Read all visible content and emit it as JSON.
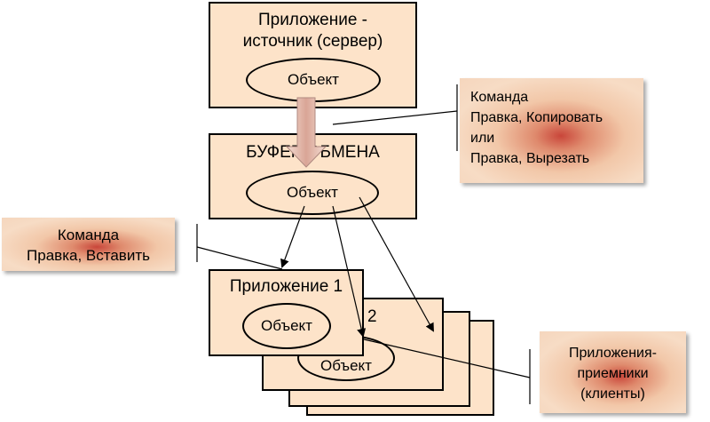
{
  "source_app": {
    "title_line1": "Приложение -",
    "title_line2": "источник (сервер)",
    "object_label": "Объект"
  },
  "clipboard": {
    "title": "БУФЕР ОБМЕНА",
    "object_label": "Объект"
  },
  "app1": {
    "title": "Приложение 1",
    "object_label": "Объект"
  },
  "app2": {
    "title_fragment": "ние 2",
    "object_label": "Объект"
  },
  "note_copy_cut": {
    "line1": "Команда",
    "line2": "Правка, Копировать",
    "line3": "или",
    "line4": "Правка, Вырезать"
  },
  "note_paste": {
    "line1": "Команда",
    "line2": "Правка, Вставить"
  },
  "note_receivers": {
    "line1": "Приложения-",
    "line2": "приемники",
    "line3": "(клиенты)"
  },
  "colors": {
    "box_fill": "#fde3c9",
    "note_accent": "#c9463a",
    "arrow_fill": "#e6c0b0"
  }
}
